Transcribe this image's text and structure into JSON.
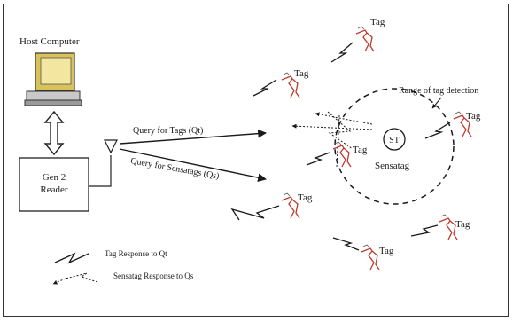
{
  "diagram": {
    "host_label": "Host Computer",
    "reader_label_line1": "Gen 2",
    "reader_label_line2": "Reader",
    "query_tags_label": "Query for Tags (Qt)",
    "query_sensatags_label": "Query for Sensatags (Qs)",
    "range_label": "Range of tag detection",
    "sensatag_symbol": "ST",
    "sensatag_label": "Sensatag",
    "tag_label": "Tag",
    "legend": {
      "tag_response": "Tag Response to Qt",
      "sensatag_response": "Sensatag Response to Qs"
    }
  }
}
